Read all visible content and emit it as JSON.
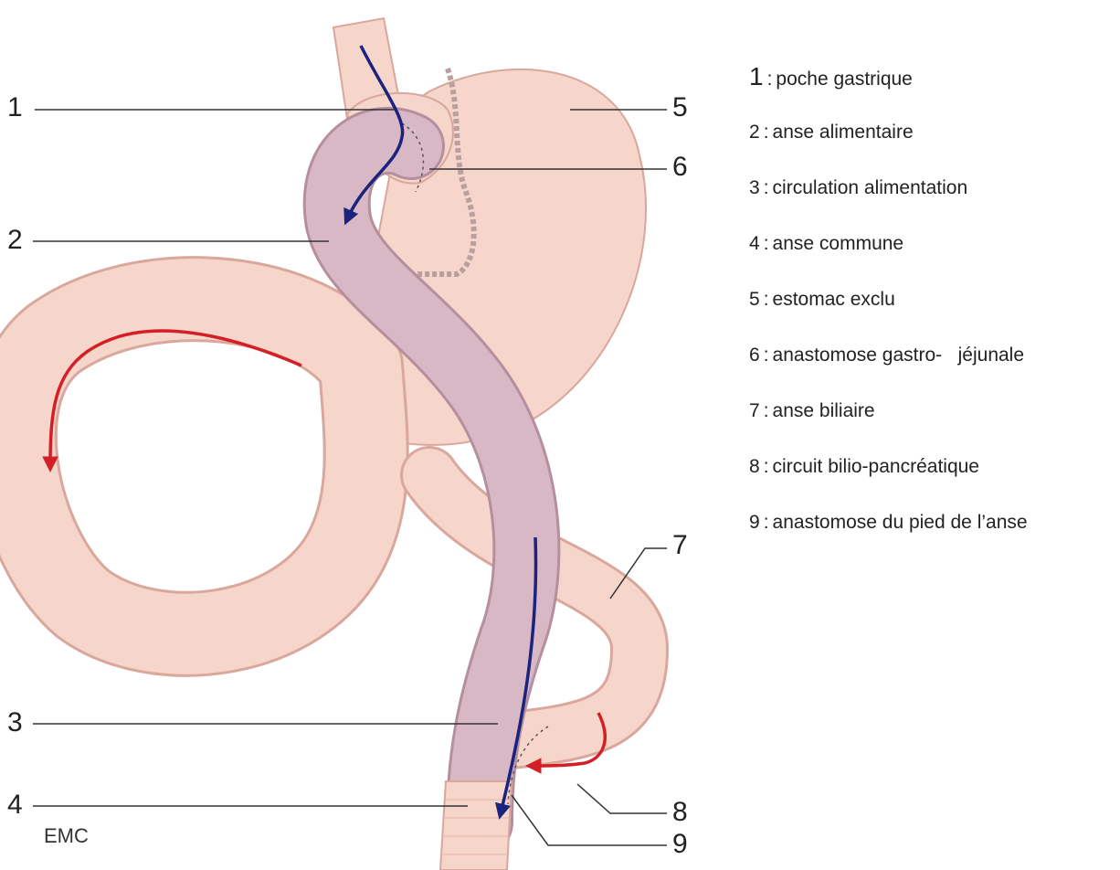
{
  "logo": "EMC",
  "callouts": [
    "1",
    "2",
    "3",
    "4",
    "5",
    "6",
    "7",
    "8",
    "9"
  ],
  "legend": [
    {
      "num": "1",
      "text": "poche gastrique"
    },
    {
      "num": "2",
      "text": "anse alimentaire"
    },
    {
      "num": "3",
      "text": "circulation alimentation"
    },
    {
      "num": "4",
      "text": "anse commune"
    },
    {
      "num": "5",
      "text": "estomac exclu"
    },
    {
      "num": "6",
      "text": "anastomose gastro-   jéjunale"
    },
    {
      "num": "7",
      "text": "anse biliaire"
    },
    {
      "num": "8",
      "text": "circuit bilio-pancréatique"
    },
    {
      "num": "9",
      "text": "anastomose du pied de l’anse"
    }
  ],
  "colors": {
    "tissue": "#f6d5cb",
    "tissue_stroke": "#d9a79b",
    "alimentary_limb": "#d8b8c4",
    "alimentary_stroke": "#b58f9e",
    "food_flow_arrow": "#1a237e",
    "bile_flow_arrow": "#d41f26",
    "leader_line": "#333333"
  }
}
